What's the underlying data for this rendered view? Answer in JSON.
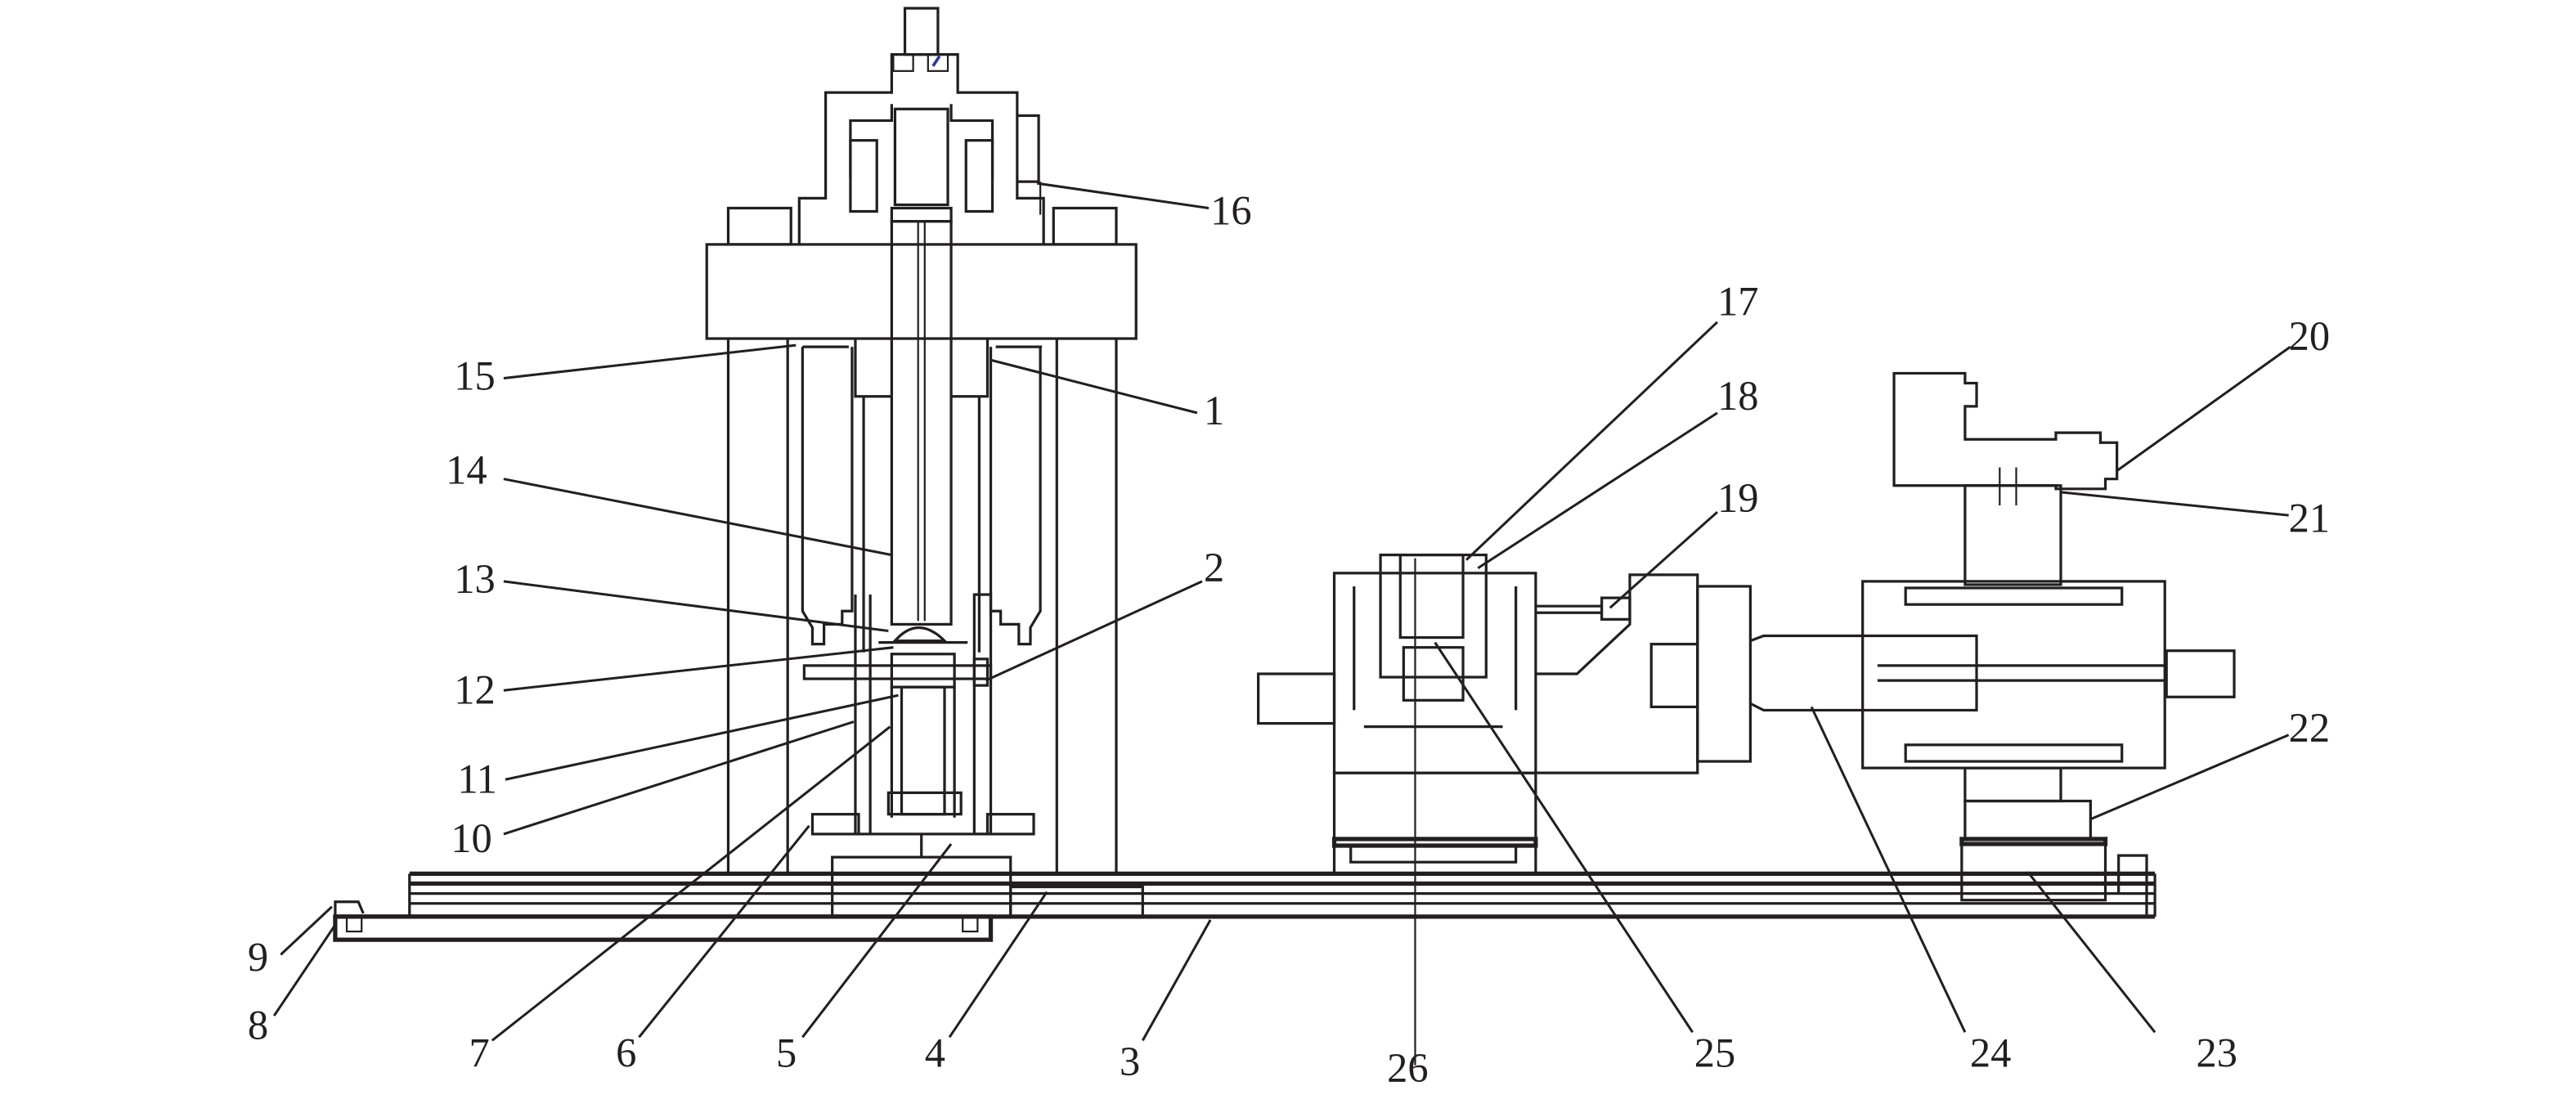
{
  "figure": {
    "kind": "mechanical assembly schematic (side elevation)",
    "line_color": "#231f20",
    "accent_color": "#2b3a8c",
    "background": "#ffffff"
  },
  "callouts": [
    {
      "id": "1",
      "text": "1"
    },
    {
      "id": "2",
      "text": "2"
    },
    {
      "id": "3",
      "text": "3"
    },
    {
      "id": "4",
      "text": "4"
    },
    {
      "id": "5",
      "text": "5"
    },
    {
      "id": "6",
      "text": "6"
    },
    {
      "id": "7",
      "text": "7"
    },
    {
      "id": "8",
      "text": "8"
    },
    {
      "id": "9",
      "text": "9"
    },
    {
      "id": "10",
      "text": "10"
    },
    {
      "id": "11",
      "text": "11"
    },
    {
      "id": "12",
      "text": "12"
    },
    {
      "id": "13",
      "text": "13"
    },
    {
      "id": "14",
      "text": "14"
    },
    {
      "id": "15",
      "text": "15"
    },
    {
      "id": "16",
      "text": "16"
    },
    {
      "id": "17",
      "text": "17"
    },
    {
      "id": "18",
      "text": "18"
    },
    {
      "id": "19",
      "text": "19"
    },
    {
      "id": "20",
      "text": "20"
    },
    {
      "id": "21",
      "text": "21"
    },
    {
      "id": "22",
      "text": "22"
    },
    {
      "id": "23",
      "text": "23"
    },
    {
      "id": "24",
      "text": "24"
    },
    {
      "id": "25",
      "text": "25"
    },
    {
      "id": "26",
      "text": "26"
    }
  ]
}
